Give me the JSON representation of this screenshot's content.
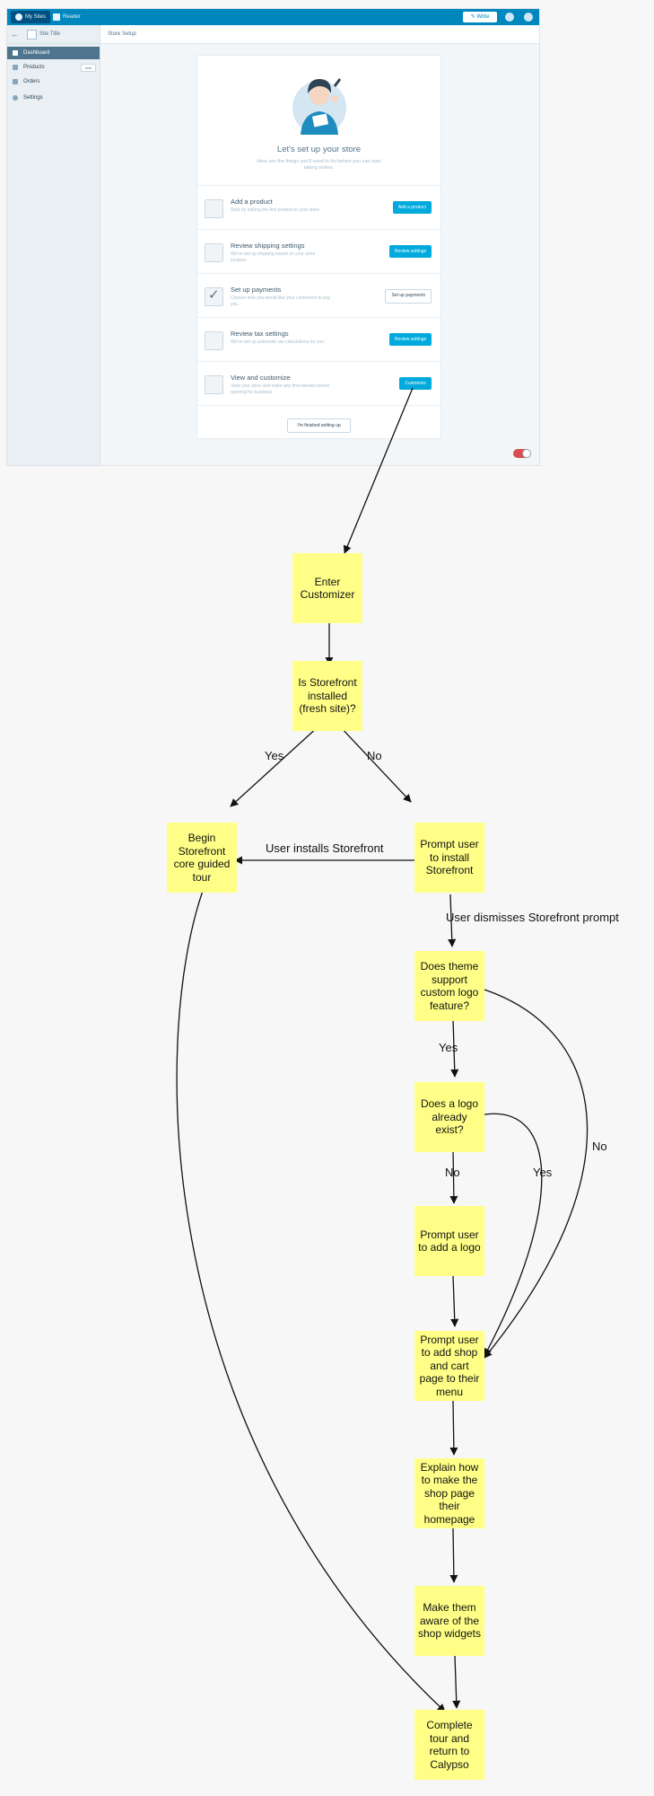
{
  "screenshot": {
    "masterbar": {
      "my_sites": "My Sites",
      "reader": "Reader",
      "write": "Write"
    },
    "sidebar": {
      "site_name": "Site Title",
      "items": [
        {
          "label": "Dashboard",
          "selected": true
        },
        {
          "label": "Products",
          "badge": "Add"
        },
        {
          "label": "Orders"
        },
        {
          "label": "Settings"
        }
      ]
    },
    "breadcrumb": "Store Setup",
    "setup": {
      "title": "Let's set up your store",
      "subtitle": "Here are the things you'll need to do before you can start taking orders.",
      "tasks": [
        {
          "title": "Add a product",
          "desc": "Start by adding the first product to your store.",
          "button": "Add a product",
          "checked": false,
          "primary": true
        },
        {
          "title": "Review shipping settings",
          "desc": "We've set up shipping based on your store location.",
          "button": "Review settings",
          "checked": false,
          "primary": true
        },
        {
          "title": "Set up payments",
          "desc": "Choose how you would like your customers to pay you.",
          "button": "Set up payments",
          "checked": true,
          "primary": false
        },
        {
          "title": "Review tax settings",
          "desc": "We've set up automatic tax calculations for you.",
          "button": "Review settings",
          "checked": false,
          "primary": true
        },
        {
          "title": "View and customize",
          "desc": "View your store and make any final tweaks before opening for business.",
          "button": "Customize",
          "checked": false,
          "primary": true
        }
      ],
      "finish_button": "I'm finished setting up"
    },
    "colors": {
      "masterbar": "#0087be",
      "primary_button": "#00aadc",
      "sidebar_selected": "#4f748e"
    }
  },
  "flowchart": {
    "note_color": "#ffff88",
    "nodes": {
      "enter_customizer": "Enter Customizer",
      "storefront_installed": "Is Storefront installed (fresh site)?",
      "begin_tour": "Begin Storefront core guided tour",
      "prompt_install": "Prompt user to install Storefront",
      "logo_support": "Does theme support custom logo feature?",
      "logo_exists": "Does a logo already exist?",
      "prompt_logo": "Prompt user to add a logo",
      "add_menu": "Prompt user to add shop and cart page to their menu",
      "explain_homepage": "Explain how to make the shop page their homepage",
      "widgets": "Make them aware of the shop widgets",
      "complete": "Complete tour and return to Calypso"
    },
    "edge_labels": {
      "yes_installed": "Yes",
      "no_installed": "No",
      "user_installs": "User installs Storefront",
      "user_dismisses": "User dismisses Storefront prompt",
      "yes_logo_support": "Yes",
      "no_logo_support": "No",
      "no_logo_exists": "No",
      "yes_logo_exists": "Yes"
    }
  }
}
